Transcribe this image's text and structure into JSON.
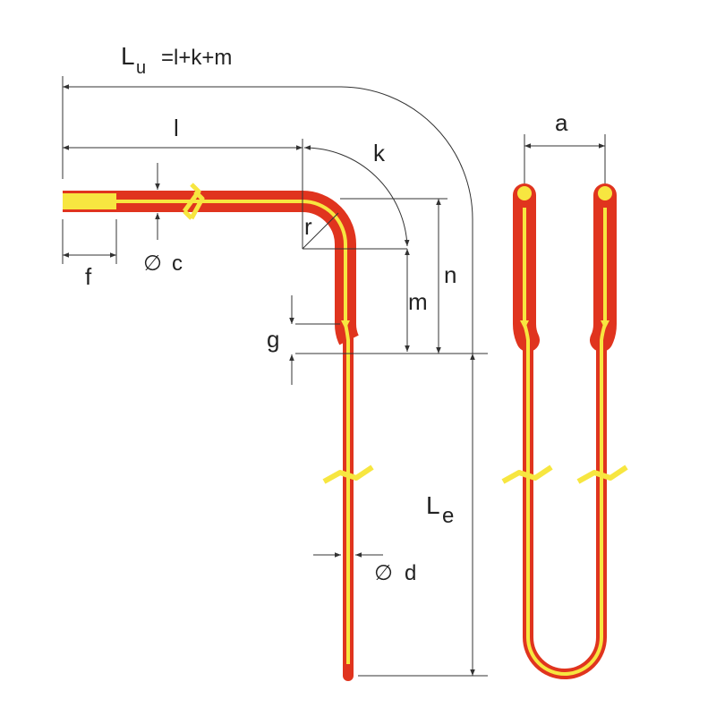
{
  "labels": {
    "lu_main": "L",
    "lu_sub": "u",
    "lu_formula": "=l+k+m",
    "l": "l",
    "k": "k",
    "r": "r",
    "n": "n",
    "m": "m",
    "g": "g",
    "f": "f",
    "c_sym": "∅",
    "c": "c",
    "le_main": "L",
    "le_sub": "e",
    "d_sym": "∅",
    "d": "d",
    "a": "a"
  },
  "colors": {
    "rod": "#e0341e",
    "core": "#f7e640",
    "dim": "#333333",
    "text": "#222222"
  }
}
